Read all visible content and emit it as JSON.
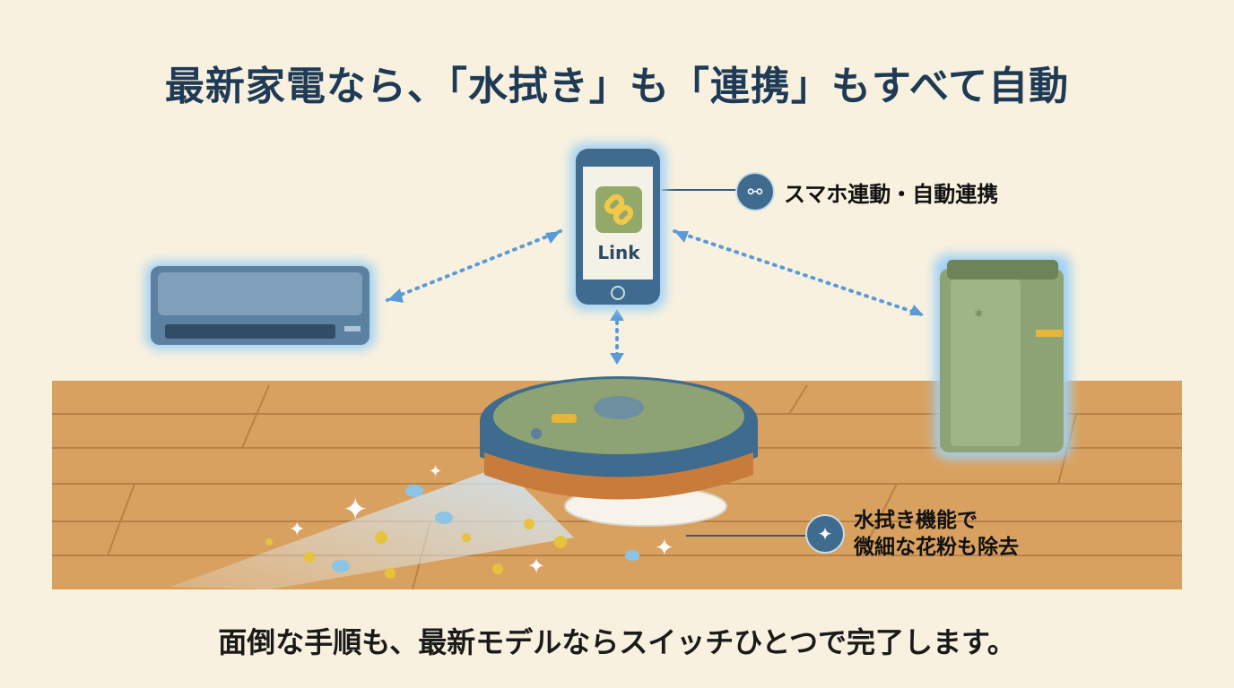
{
  "title": "最新家電なら、「水拭き」も「連携」もすべて自動",
  "phone": {
    "app_label": "Link",
    "icon": "chain-link-icon"
  },
  "callouts": {
    "link": {
      "icon": "network-icon",
      "text": "スマホ連動・自動連携"
    },
    "mop": {
      "icon": "pollen-sparkle-icon",
      "line1": "水拭き機能で",
      "line2": "微細な花粉も除去"
    }
  },
  "footer": "面倒な手順も、最新モデルならスイッチひとつで完了します。",
  "colors": {
    "background": "#f8f1df",
    "title": "#1e3a55",
    "floor": "#d9a15f",
    "device_green": "#8ea373",
    "device_blue": "#4f7796",
    "link_arrow": "#5b9bd5"
  }
}
